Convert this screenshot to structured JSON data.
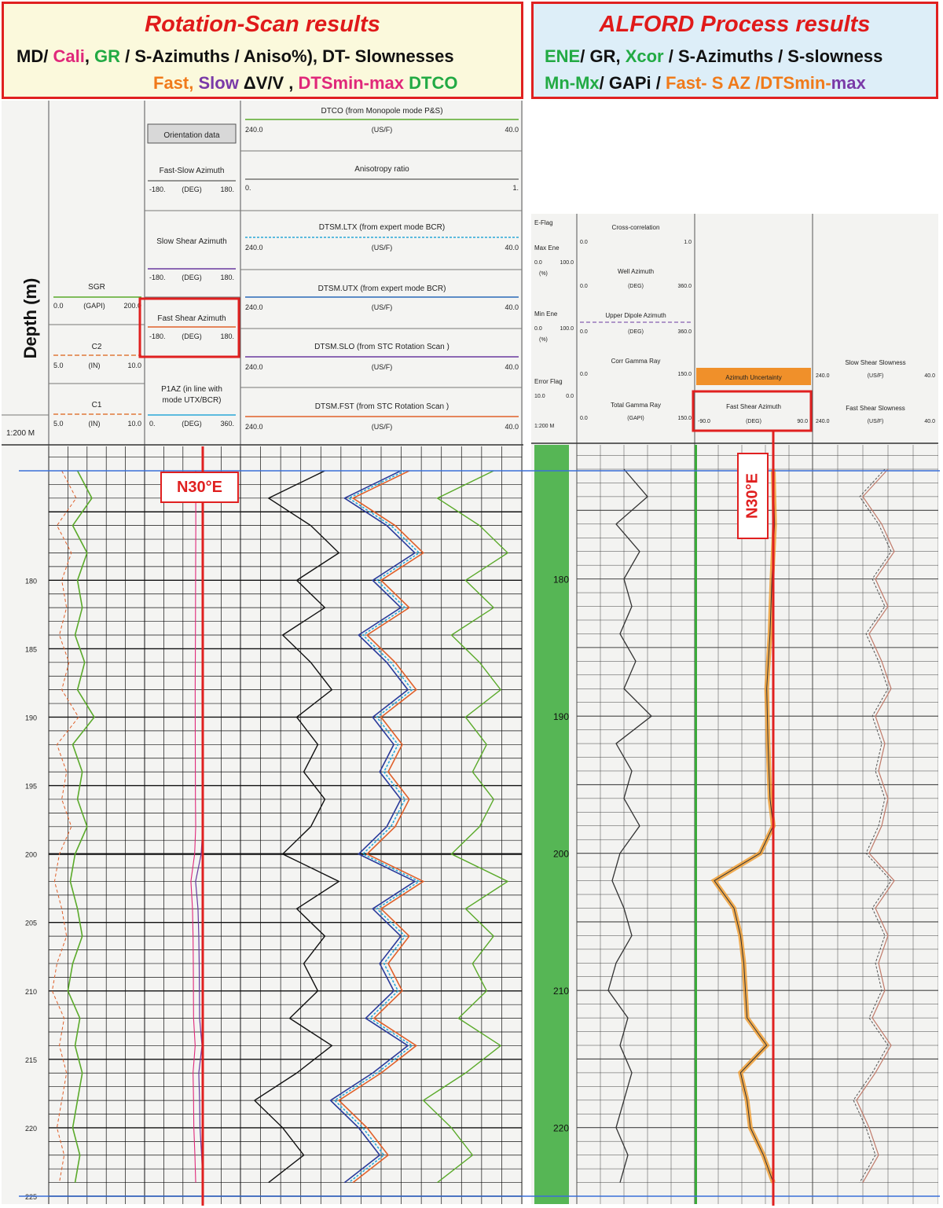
{
  "left_header": {
    "title": "Rotation-Scan results",
    "line1": [
      {
        "text": "MD/ ",
        "color": "#111111"
      },
      {
        "text": "Cali",
        "color": "#e0287a"
      },
      {
        "text": ", ",
        "color": "#111111"
      },
      {
        "text": "GR",
        "color": "#22aa44"
      },
      {
        "text": " /  S-Azimuths / Aniso%),     DT- Slownesses",
        "color": "#111111"
      }
    ],
    "line2": [
      {
        "text": "Fast, ",
        "color": "#f07a1a"
      },
      {
        "text": "Slow",
        "color": "#7a3aa8"
      },
      {
        "text": "          ΔV/V , ",
        "color": "#111111"
      },
      {
        "text": "DTSmin-max ",
        "color": "#e0287a"
      },
      {
        "text": "DTCO",
        "color": "#22aa44"
      }
    ]
  },
  "right_header": {
    "title": "ALFORD Process results",
    "line1": [
      {
        "text": "ENE",
        "color": "#22aa44"
      },
      {
        "text": "/  GR, ",
        "color": "#111111"
      },
      {
        "text": "Xcor",
        "color": "#22aa44"
      },
      {
        "text": "  / S-Azimuths / S-slowness",
        "color": "#111111"
      }
    ],
    "line2": [
      {
        "text": "Mn-Mx",
        "color": "#22aa44"
      },
      {
        "text": "/  GAPi   / ",
        "color": "#111111"
      },
      {
        "text": "Fast- S  AZ  /DTSmin-",
        "color": "#f07a1a"
      },
      {
        "text": "max",
        "color": "#7a3aa8"
      }
    ]
  },
  "depth_axis_label": "Depth  (m)",
  "scale_label_left": "1:200 M",
  "scale_label_right": "1:200 M",
  "marker_left": "N30°E",
  "marker_right": "N30°E",
  "left_track_headers": {
    "sgr": {
      "name": "SGR",
      "min": "0.0",
      "unit": "(GAPI)",
      "max": "200.0"
    },
    "c2": {
      "name": "C2",
      "min": "5.0",
      "unit": "(IN)",
      "max": "10.0"
    },
    "c1": {
      "name": "C1",
      "min": "5.0",
      "unit": "(IN)",
      "max": "10.0"
    },
    "orientation": "Orientation data",
    "fs_az": {
      "name": "Fast-Slow  Azimuth",
      "min": "-180.",
      "unit": "(DEG)",
      "max": "180."
    },
    "slow_az": {
      "name": "Slow Shear Azimuth",
      "min": "-180.",
      "unit": "(DEG)",
      "max": "180."
    },
    "fast_az": {
      "name": "Fast Shear Azimuth",
      "min": "-180.",
      "unit": "(DEG)",
      "max": "180."
    },
    "p1az": {
      "name1": "P1AZ  (in line with",
      "name2": "mode UTX/BCR)",
      "min": "0.",
      "unit": "(DEG)",
      "max": "360."
    },
    "dtco": {
      "name": "DTCO  (from Monopole mode P&S)",
      "min": "240.0",
      "unit": "(US/F)",
      "max": "40.0"
    },
    "aniso": {
      "name": "Anisotropy ratio",
      "min": "0.",
      "max": "1."
    },
    "ltx": {
      "name": "DTSM.LTX  (from expert mode  BCR)",
      "min": "240.0",
      "unit": "(US/F)",
      "max": "40.0"
    },
    "utx": {
      "name": "DTSM.UTX  (from expert mode  BCR)",
      "min": "240.0",
      "unit": "(US/F)",
      "max": "40.0"
    },
    "slo": {
      "name": "DTSM.SLO  (from STC Rotation Scan )",
      "min": "240.0",
      "unit": "(US/F)",
      "max": "40.0"
    },
    "fst": {
      "name": "DTSM.FST  (from STC Rotation Scan )",
      "min": "240.0",
      "unit": "(US/F)",
      "max": "40.0"
    }
  },
  "right_track_headers": {
    "eflag": "E-Flag",
    "max_ene": {
      "name": "Max Ene",
      "min": "0.0",
      "max": "100.0",
      "unit": "(%)"
    },
    "min_ene": {
      "name": "Min Ene",
      "min": "0.0",
      "max": "100.0",
      "unit": "(%)"
    },
    "error_flag": {
      "name": "Error Flag",
      "min": "10.0",
      "max": "0.0"
    },
    "xcor": {
      "name": "Cross-correlation",
      "min": "0.0",
      "max": "1.0"
    },
    "well_az": {
      "name": "Well Azimuth",
      "min": "0.0",
      "unit": "(DEG)",
      "max": "360.0"
    },
    "upper_dip": {
      "name": "Upper Dipole Azimuth",
      "min": "0.0",
      "unit": "(DEG)",
      "max": "360.0"
    },
    "corr_gr": {
      "name": "Corr Gamma Ray",
      "min": "0.0",
      "max": "150.0"
    },
    "total_gr": {
      "name": "Total Gamma Ray",
      "min": "0.0",
      "unit": "(GAPI)",
      "max": "150.0"
    },
    "az_unc": "Azimuth Uncertainty",
    "fast_az": {
      "name": "Fast Shear Azimuth",
      "min": "-90.0",
      "unit": "(DEG)",
      "max": "90.0"
    },
    "slow_sl": {
      "name": "Slow Shear Slowness",
      "min": "240.0",
      "unit": "(US/F)",
      "max": "40.0"
    },
    "fast_sl": {
      "name": "Fast Shear Slowness",
      "min": "240.0",
      "unit": "(US/F)",
      "max": "40.0"
    }
  },
  "colors": {
    "frame": "#e02020",
    "depth_line": "#3a6fd8",
    "grid": "#111111",
    "gr": "#5aaa2a",
    "fast": "#e0602a",
    "slow": "#6a3aa0",
    "blue": "#2a3a9a",
    "cyan": "#2aa8d8",
    "orange_band": "#f09a2a",
    "ene_green": "#3aaa3a"
  },
  "chart_data": {
    "type": "line",
    "title": "",
    "depth_range_m": [
      172,
      225
    ],
    "left_depth_ticks": [
      "180",
      "185",
      "190",
      "195",
      "200",
      "205",
      "210",
      "215",
      "220",
      "225"
    ],
    "right_depth_ticks": [
      "180",
      "190",
      "200",
      "210",
      "220"
    ],
    "depth_markers_m": [
      172,
      225
    ],
    "fast_shear_azimuth_deg": 30,
    "series": [
      {
        "name": "SGR",
        "units": "GAPI",
        "depth_m": [
          172,
          174,
          176,
          178,
          180,
          182,
          184,
          186,
          188,
          190,
          192,
          194,
          196,
          198,
          200,
          202,
          204,
          206,
          208,
          210,
          212,
          214,
          216,
          218,
          220,
          222,
          224
        ],
        "values": [
          60,
          90,
          50,
          80,
          60,
          70,
          55,
          75,
          60,
          95,
          50,
          70,
          60,
          80,
          55,
          45,
          60,
          70,
          50,
          40,
          65,
          55,
          70,
          60,
          50,
          65,
          55
        ]
      },
      {
        "name": "DTSM.FST",
        "units": "US/F",
        "depth_m": [
          172,
          174,
          176,
          178,
          180,
          182,
          184,
          186,
          188,
          190,
          192,
          194,
          196,
          198,
          200,
          202,
          204,
          206,
          208,
          210,
          212,
          214,
          216,
          218,
          220,
          222,
          224
        ],
        "values": [
          120,
          160,
          130,
          110,
          140,
          120,
          150,
          130,
          115,
          140,
          125,
          135,
          120,
          130,
          150,
          110,
          140,
          120,
          135,
          125,
          145,
          115,
          140,
          170,
          150,
          135,
          160
        ]
      },
      {
        "name": "Fast Shear Azimuth (ALFORD)",
        "units": "DEG",
        "depth_m": [
          172,
          176,
          180,
          184,
          188,
          192,
          196,
          198,
          200,
          202,
          204,
          206,
          208,
          212,
          214,
          216,
          218,
          220,
          222,
          224
        ],
        "values": [
          30,
          32,
          28,
          25,
          20,
          22,
          25,
          30,
          10,
          -60,
          -30,
          -20,
          -15,
          -10,
          20,
          -20,
          -10,
          -5,
          15,
          30
        ]
      }
    ]
  }
}
